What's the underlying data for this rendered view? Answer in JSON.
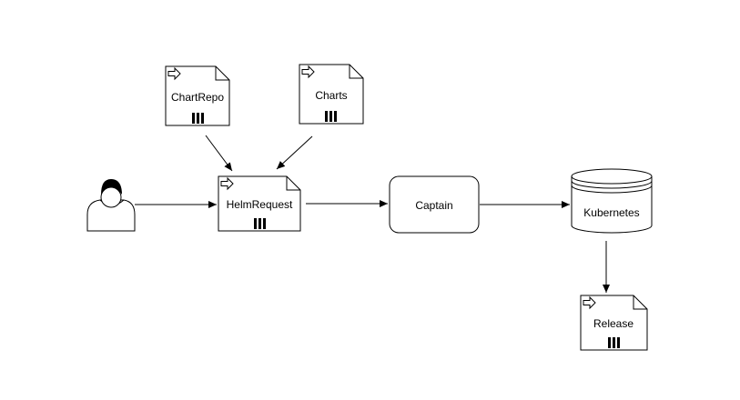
{
  "diagram": {
    "nodes": {
      "chartrepo": {
        "label": "ChartRepo",
        "shape": "document-with-arrow-icon"
      },
      "charts": {
        "label": "Charts",
        "shape": "document-with-arrow-icon"
      },
      "helmrequest": {
        "label": "HelmRequest",
        "shape": "document-with-arrow-icon"
      },
      "captain": {
        "label": "Captain",
        "shape": "rounded-rectangle"
      },
      "kubernetes": {
        "label": "Kubernetes",
        "shape": "database-cylinder"
      },
      "release": {
        "label": "Release",
        "shape": "document-with-arrow-icon"
      },
      "user": {
        "label": "",
        "shape": "user-icon"
      }
    },
    "edges": [
      {
        "from": "user",
        "to": "helmrequest"
      },
      {
        "from": "chartrepo",
        "to": "helmrequest"
      },
      {
        "from": "charts",
        "to": "helmrequest"
      },
      {
        "from": "helmrequest",
        "to": "captain"
      },
      {
        "from": "captain",
        "to": "kubernetes"
      },
      {
        "from": "kubernetes",
        "to": "release"
      }
    ],
    "colors": {
      "stroke": "#000000",
      "fill": "#ffffff"
    }
  }
}
